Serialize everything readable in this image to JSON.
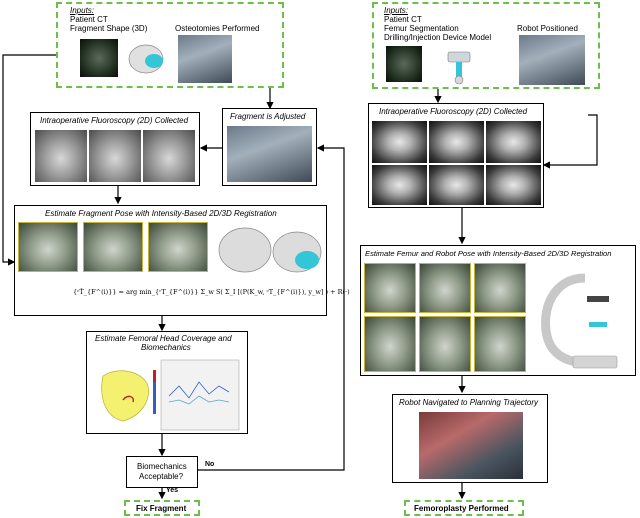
{
  "left": {
    "inputs": {
      "title": "Inputs:",
      "items": [
        "Patient CT",
        "Fragment Shape (3D)"
      ],
      "osteotomies": "Osteotomies Performed"
    },
    "fluoro_title": "Intraoperative Fluoroscopy (2D) Collected",
    "fragment_adjusted": "Fragment is Adjusted",
    "registration_title": "Estimate Fragment Pose with Intensity-Based 2D/3D Registration",
    "equation": "{ᶜT̂_{F^(i)}} = arg min_{ᶜT_{F^(i)}} Σ_w S( Σ_I [(P(K_w, ᶜT_{F^(i)}), y_w] ) + R(·)",
    "femoral_title_1": "Estimate Femoral Head Coverage and",
    "femoral_title_2": "Biomechanics",
    "decision_1": "Biomechanics",
    "decision_2": "Acceptable?",
    "yes_label": "Yes",
    "no_label": "No",
    "result": "Fix Fragment"
  },
  "right": {
    "inputs": {
      "title": "Inputs:",
      "items": [
        "Patient CT",
        "Femur Segmentation",
        "Drilling/Injection Device Model"
      ],
      "robot_positioned": "Robot Positioned"
    },
    "fluoro_title": "Intraoperative Fluoroscopy (2D) Collected",
    "registration_title": "Estimate Femur and Robot Pose with Intensity-Based 2D/3D Registration",
    "navigated": "Robot Navigated to Planning Trajectory",
    "result": "Femoroplasty Performed"
  },
  "colors": {
    "green_border": "#6cc04a",
    "accent_cyan": "#33c6d6"
  }
}
